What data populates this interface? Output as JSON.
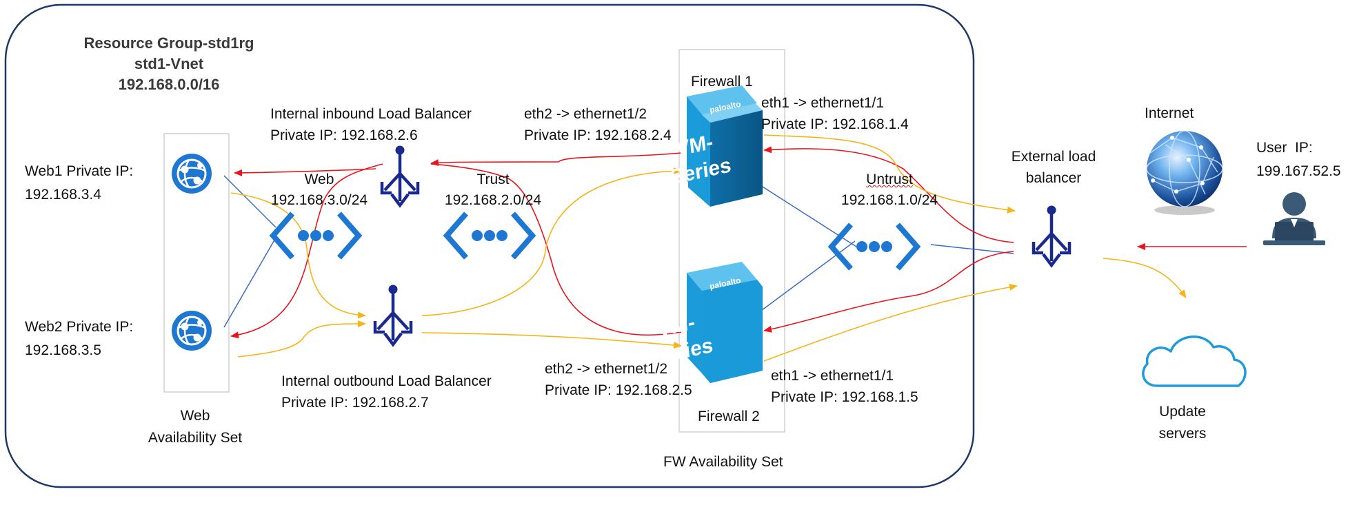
{
  "resource_group": {
    "name": "Resource Group-std1rg",
    "vnet": "std1-Vnet",
    "cidr": "192.168.0.0/16"
  },
  "web_servers": {
    "web1": "Web1 Private IP:\n192.168.3.4",
    "web2": "Web2 Private IP:\n192.168.3.5",
    "availability_set": "Web\nAvailability Set"
  },
  "subnets": {
    "web": "Web\n192.168.3.0/24",
    "trust": "Trust\n192.168.2.0/24",
    "untrust_name": "Untrust",
    "untrust_cidr": "192.168.1.0/24"
  },
  "load_balancers": {
    "internal_inbound": "Internal inbound Load Balancer\nPrivate IP: 192.168.2.6",
    "internal_outbound": "Internal outbound Load Balancer\nPrivate IP: 192.168.2.7",
    "external": "External load\nbalancer"
  },
  "firewalls": {
    "fw1_title": "Firewall 1",
    "fw2_title": "Firewall 2",
    "fw1_eth2": "eth2 -> ethernet1/2\nPrivate IP: 192.168.2.4",
    "fw1_eth1": "eth1 -> ethernet1/1\nPrivate IP: 192.168.1.4",
    "fw2_eth2": "eth2 -> ethernet1/2\nPrivate IP: 192.168.2.5",
    "fw2_eth1": "eth1 -> ethernet1/1\nPrivate IP: 192.168.1.5",
    "availability_set": "FW Availability Set",
    "appliance_brand": "paloalto",
    "appliance_label": "VM-\nSeries"
  },
  "external": {
    "internet": "Internet",
    "user": "User  IP:\n199.167.52.5",
    "update_servers": "Update\nservers"
  },
  "colors": {
    "border": "#1f3864",
    "azure_blue": "#1e78d2",
    "lb_navy": "#1a2a8c",
    "inbound_flow": "#e8141e",
    "outbound_flow": "#f5b418",
    "link": "#3b6bc0",
    "vm_blue": "#1d9bd6",
    "user_icon": "#3b5a78"
  },
  "icons": {
    "web_vm": "azure-web-app-icon",
    "subnet": "azure-vnet-icon",
    "load_balancer": "load-balancer-icon",
    "firewall": "vm-series-firewall-icon",
    "internet": "globe-icon",
    "user": "user-laptop-icon",
    "cloud": "cloud-icon"
  }
}
